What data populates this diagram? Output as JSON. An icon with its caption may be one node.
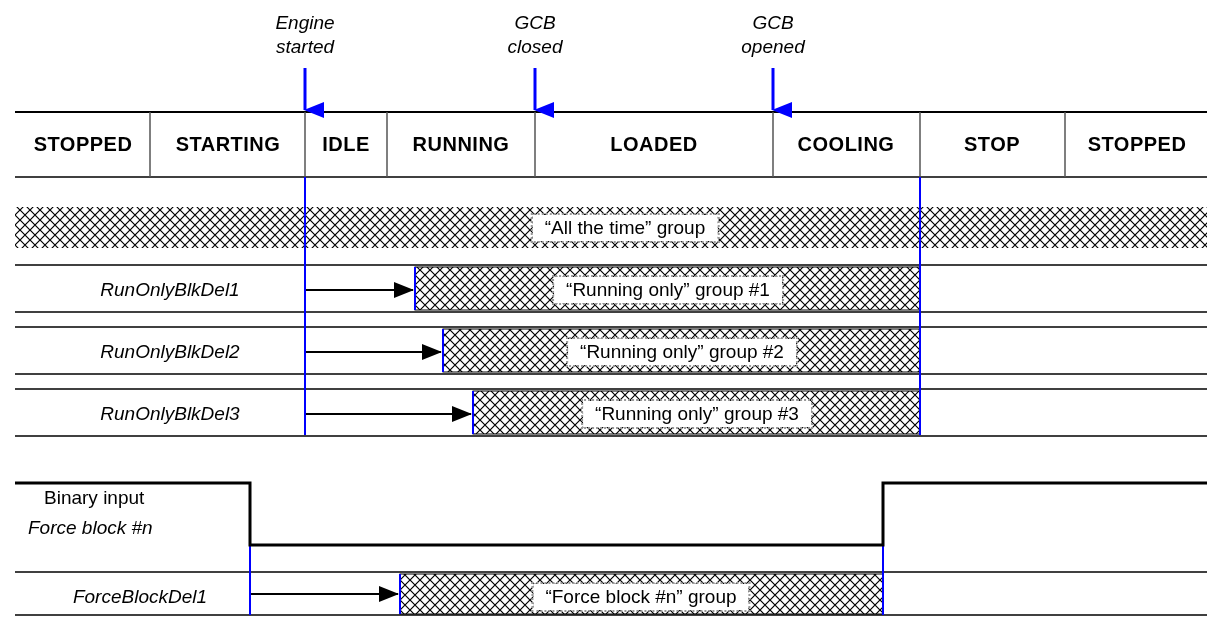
{
  "diagram": {
    "labels": [
      "Engine started",
      "GCB closed",
      "GCB opened",
      "STOPPED",
      "STARTING",
      "IDLE",
      "RUNNING",
      "LOADED",
      "COOLING",
      "STOP",
      "STOPPED",
      "“All the time” group",
      "RunOnlyBlkDel1",
      "“Running only” group #1",
      "RunOnlyBlkDel2",
      "“Running only” group #2",
      "RunOnlyBlkDel3",
      "“Running only” group #3",
      "Binary input",
      "Force block #n",
      "ForceBlockDel1",
      "“Force block #n” group"
    ]
  }
}
